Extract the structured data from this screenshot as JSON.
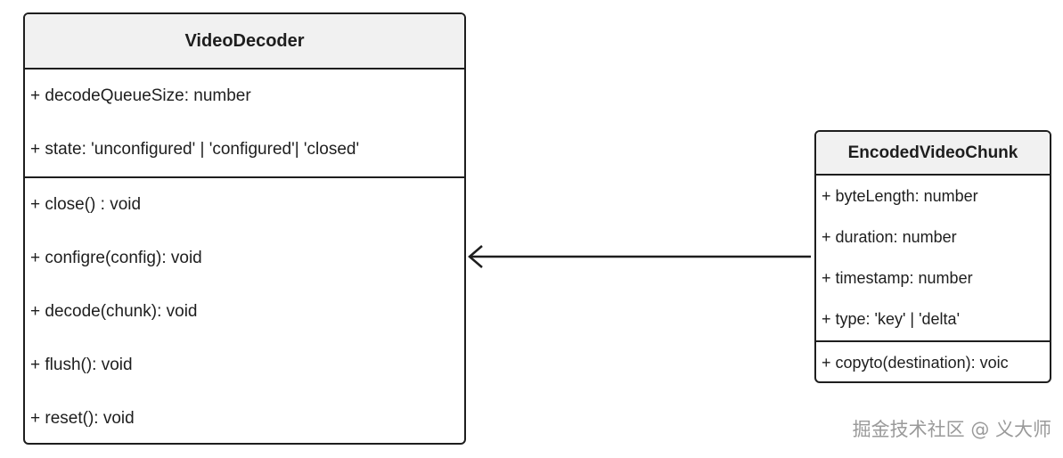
{
  "video_decoder": {
    "name": "VideoDecoder",
    "attributes": [
      "+ decodeQueueSize: number",
      "+ state: 'unconfigured' | 'configured'| 'closed'"
    ],
    "operations": [
      "+ close() : void",
      "+ configre(config): void",
      "+ decode(chunk): void",
      "+ flush(): void",
      "+ reset(): void"
    ]
  },
  "encoded_video_chunk": {
    "name": "EncodedVideoChunk",
    "attributes": [
      "+ byteLength: number",
      "+ duration: number",
      "+ timestamp: number",
      "+ type: 'key' | 'delta'"
    ],
    "operations": [
      "+ copyto(destination): voic"
    ]
  },
  "relationship": {
    "from": "EncodedVideoChunk",
    "to": "VideoDecoder",
    "kind": "association-arrow"
  },
  "watermark": "掘金技术社区 @ 义大师",
  "colors": {
    "line": "#1e1e1e",
    "header_fill": "#f1f1f1",
    "watermark": "#9a9a9a"
  }
}
